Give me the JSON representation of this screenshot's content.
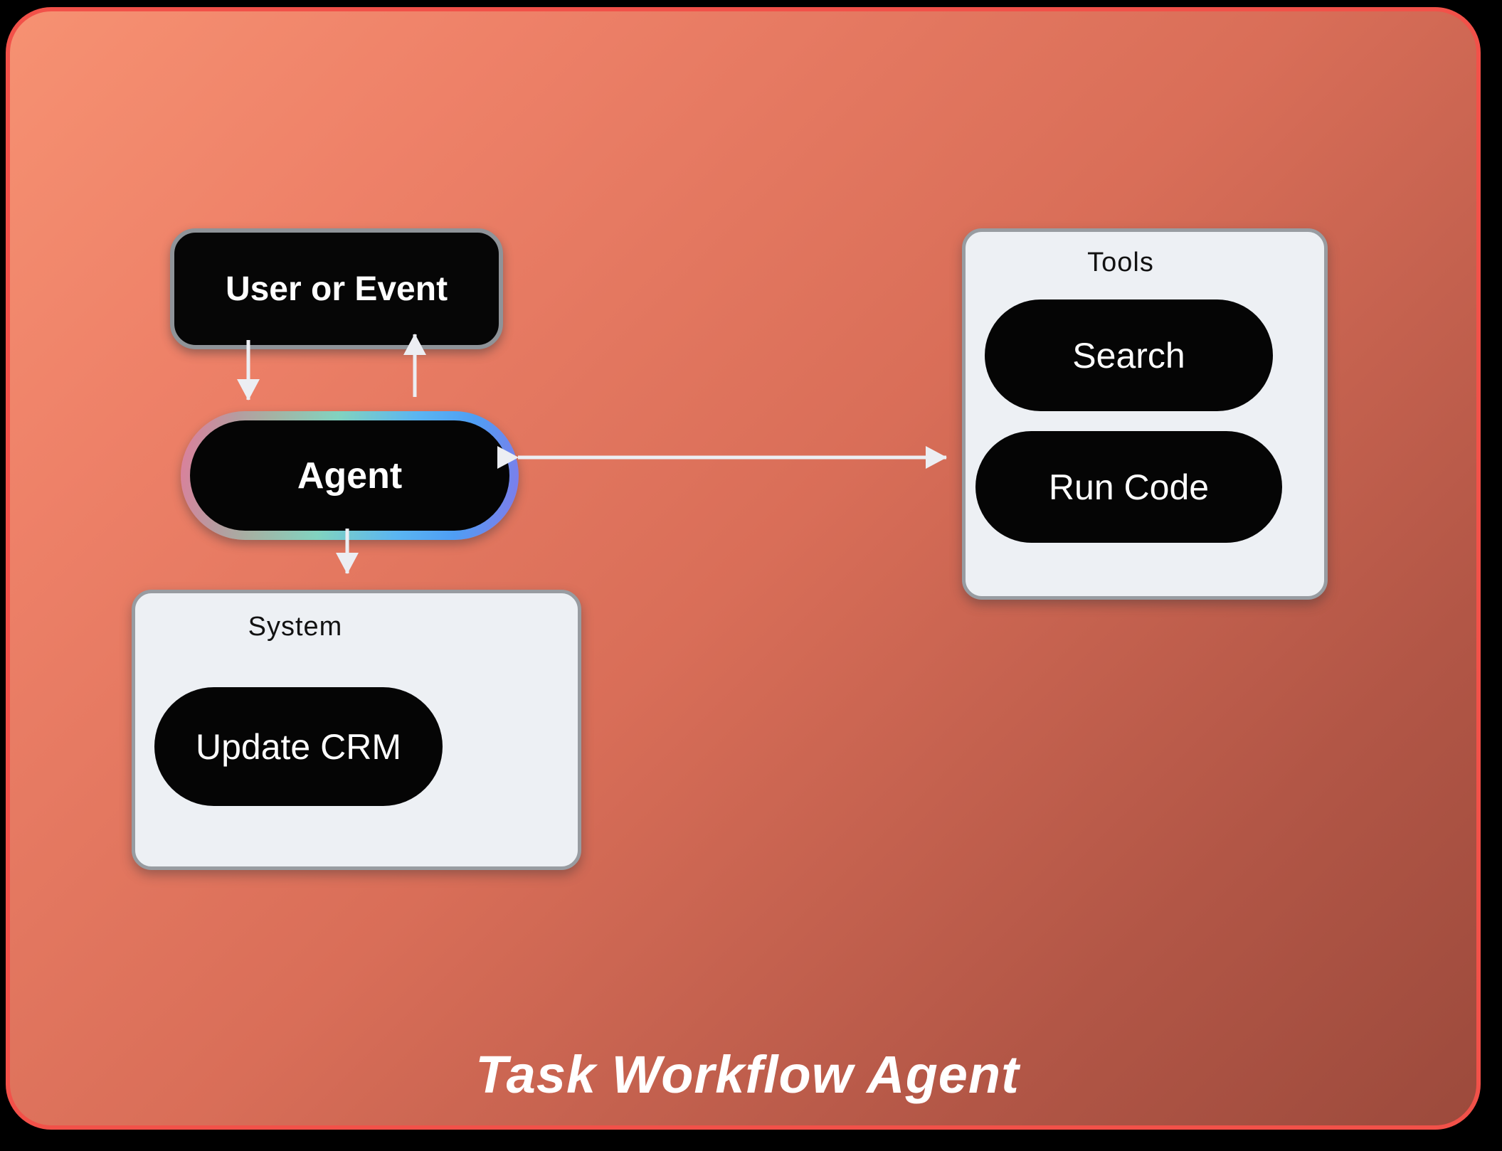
{
  "title": "Task Workflow Agent",
  "nodes": {
    "user_event": {
      "label": "User or Event"
    },
    "agent": {
      "label": "Agent"
    }
  },
  "panels": {
    "system": {
      "title": "System",
      "items": [
        {
          "label": "Update CRM"
        }
      ]
    },
    "tools": {
      "title": "Tools",
      "items": [
        {
          "label": "Search"
        },
        {
          "label": "Run Code"
        }
      ]
    }
  },
  "connections": [
    {
      "from": "user_event",
      "to": "agent",
      "direction": "down"
    },
    {
      "from": "agent",
      "to": "user_event",
      "direction": "up"
    },
    {
      "from": "agent",
      "to": "tools",
      "direction": "bidirectional"
    },
    {
      "from": "agent",
      "to": "system",
      "direction": "down"
    }
  ],
  "colors": {
    "card_border": "#f25149",
    "card_gradient_start": "#f69172",
    "card_gradient_end": "#9c4a3c",
    "node_fill": "#050505",
    "node_border": "#8f9398",
    "panel_fill": "#edf0f4",
    "panel_border": "#989ca1",
    "arrow": "#eceef3",
    "agent_ring_pink": "#e07c9b",
    "agent_ring_teal": "#81d3c0",
    "agent_ring_blue": "#4f9ef4",
    "agent_ring_purple": "#8379e9",
    "title_color": "#ffffff"
  }
}
